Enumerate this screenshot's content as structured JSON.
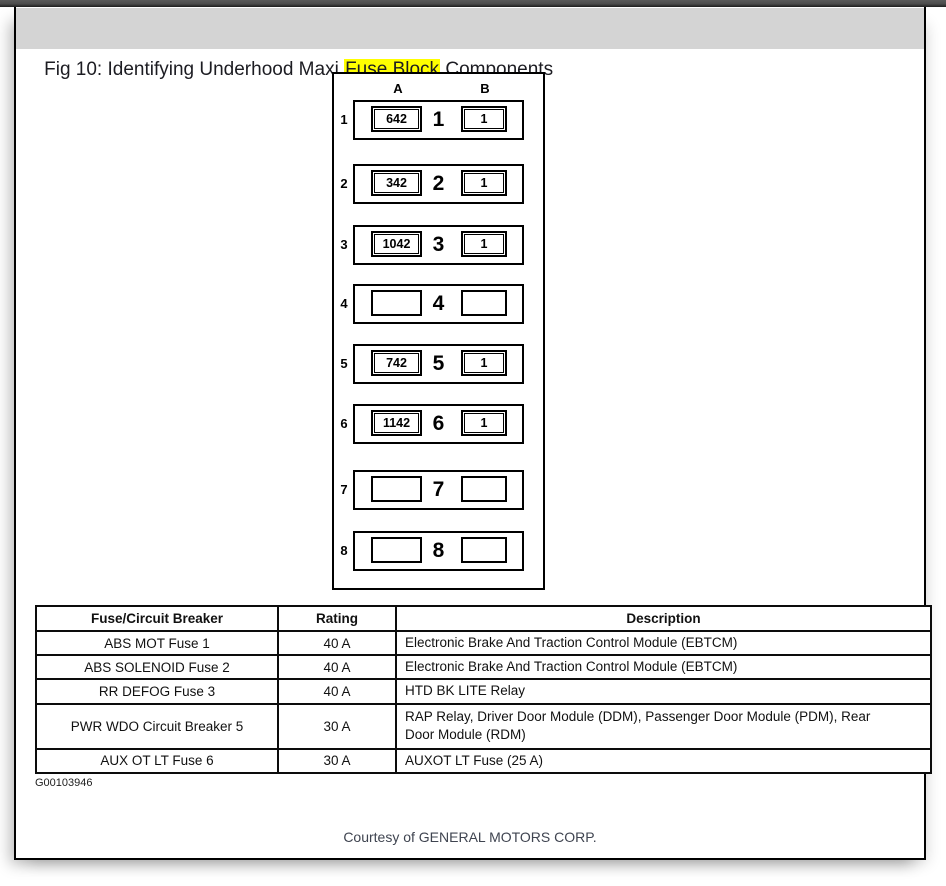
{
  "header": {
    "prefix": "Fig 10: Identifying Underhood Maxi ",
    "highlight": "Fuse Block",
    "suffix": " Components",
    "highlight_color": "#ffff00"
  },
  "diagram": {
    "col_a_label": "A",
    "col_b_label": "B",
    "rows": [
      {
        "label": "1",
        "a": "642",
        "center": "1",
        "b": "1"
      },
      {
        "label": "2",
        "a": "342",
        "center": "2",
        "b": "1"
      },
      {
        "label": "3",
        "a": "1042",
        "center": "3",
        "b": "1"
      },
      {
        "label": "4",
        "a": "",
        "center": "4",
        "b": ""
      },
      {
        "label": "5",
        "a": "742",
        "center": "5",
        "b": "1"
      },
      {
        "label": "6",
        "a": "1142",
        "center": "6",
        "b": "1"
      },
      {
        "label": "7",
        "a": "",
        "center": "7",
        "b": ""
      },
      {
        "label": "8",
        "a": "",
        "center": "8",
        "b": ""
      }
    ]
  },
  "table": {
    "headers": [
      "Fuse/Circuit Breaker",
      "Rating",
      "Description"
    ],
    "rows": [
      [
        "ABS MOT Fuse 1",
        "40 A",
        "Electronic Brake And Traction Control Module (EBTCM)"
      ],
      [
        "ABS SOLENOID Fuse 2",
        "40 A",
        "Electronic Brake And Traction Control Module (EBTCM)"
      ],
      [
        "RR DEFOG Fuse 3",
        "40 A",
        "HTD BK LITE Relay"
      ],
      [
        "PWR WDO Circuit Breaker 5",
        "30 A",
        "RAP Relay, Driver Door Module (DDM), Passenger Door Module (PDM), Rear Door Module (RDM)"
      ],
      [
        "AUX OT LT Fuse 6",
        "30 A",
        "AUXOT LT Fuse (25 A)"
      ]
    ]
  },
  "footer": {
    "doc_id": "G00103946",
    "courtesy": "Courtesy of GENERAL MOTORS CORP."
  }
}
